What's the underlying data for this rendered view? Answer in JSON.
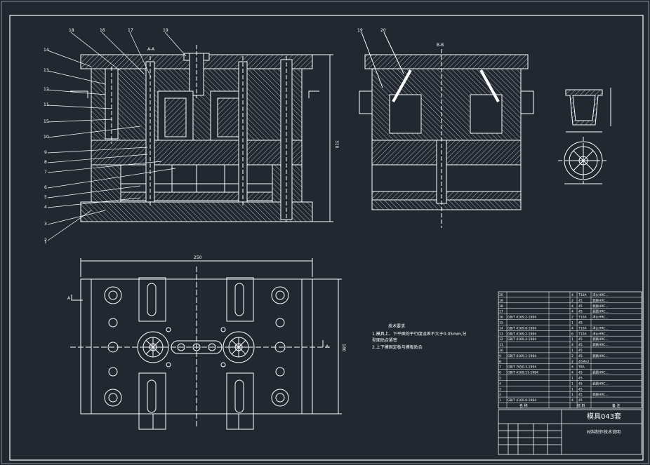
{
  "drawing": {
    "background": "#212830",
    "line_color": "#ffffff",
    "callout_labels_left": [
      "18",
      "16",
      "17",
      "19",
      "14",
      "13",
      "12",
      "11",
      "15",
      "10",
      "9",
      "8",
      "7",
      "6",
      "5",
      "4",
      "3",
      "2",
      "1"
    ],
    "callout_labels_right": [
      "19",
      "20"
    ],
    "section_aa": "A-A",
    "section_bb": "B-B",
    "label_a": "A",
    "tech_notes": {
      "title": "技术要求",
      "line1": "1.模具上、下平面的平行度误差不大于0.05mm,分",
      "line2": "型面贴合紧密",
      "line3": "2.上下模固定板与模板贴合"
    },
    "title_block": {
      "product": "模具043套",
      "subtitle": "材料制作技术说明",
      "header_name": "名 称",
      "header_material": "材 料",
      "header_note": "备 注"
    },
    "bom": [
      {
        "no": "20",
        "std": "",
        "qty": "4",
        "mat": "T10A",
        "note": "淬火HRC..."
      },
      {
        "no": "19",
        "std": "",
        "qty": "2",
        "mat": "45",
        "note": "调质HRC..."
      },
      {
        "no": "18",
        "std": "",
        "qty": "4",
        "mat": "45",
        "note": "调质HRC..."
      },
      {
        "no": "17",
        "std": "",
        "qty": "4",
        "mat": "45",
        "note": "调质HRC..."
      },
      {
        "no": "16",
        "std": "GB/T 4169.2-1984",
        "qty": "2",
        "mat": "T10A",
        "note": "淬火HRC..."
      },
      {
        "no": "15",
        "std": "",
        "qty": "1",
        "mat": "45",
        "note": ""
      },
      {
        "no": "14",
        "std": "GB/T 4169.8-1984",
        "qty": "4",
        "mat": "T10A",
        "note": "淬火HRC..."
      },
      {
        "no": "13",
        "std": "GB/T 4169.2-1984",
        "qty": "6",
        "mat": "T10A",
        "note": "淬火HRC..."
      },
      {
        "no": "12",
        "std": "GB/T 4169.4-1984",
        "qty": "1",
        "mat": "45",
        "note": "调质HRC..."
      },
      {
        "no": "11",
        "std": "",
        "qty": "4",
        "mat": "45",
        "note": "调质HRC..."
      },
      {
        "no": "10",
        "std": "",
        "qty": "1",
        "mat": "45",
        "note": ""
      },
      {
        "no": "9",
        "std": "GB/T 4169.1-1984",
        "qty": "2",
        "mat": "45",
        "note": "调质HRC..."
      },
      {
        "no": "8",
        "std": "",
        "qty": "2",
        "mat": "45Mn2",
        "note": ""
      },
      {
        "no": "7",
        "std": "GB/T 7650.3-1994",
        "qty": "4",
        "mat": "T8A",
        "note": ""
      },
      {
        "no": "6",
        "std": "GB/T 4169.11-1984",
        "qty": "4",
        "mat": "45",
        "note": "调质HRC..."
      },
      {
        "no": "5",
        "std": "",
        "qty": "1",
        "mat": "45",
        "note": ""
      },
      {
        "no": "4",
        "std": "",
        "qty": "1",
        "mat": "45",
        "note": "调质HRC..."
      },
      {
        "no": "3",
        "std": "",
        "qty": "1",
        "mat": "45",
        "note": ""
      },
      {
        "no": "2",
        "std": "",
        "qty": "1",
        "mat": "45",
        "note": "调质HRC..."
      },
      {
        "no": "1",
        "std": "GB/T 4169.8-1984",
        "qty": "4",
        "mat": "45",
        "note": ""
      }
    ],
    "dimension_top": "250",
    "dimension_right_top": "310",
    "dimension_right_bottom": "180"
  }
}
